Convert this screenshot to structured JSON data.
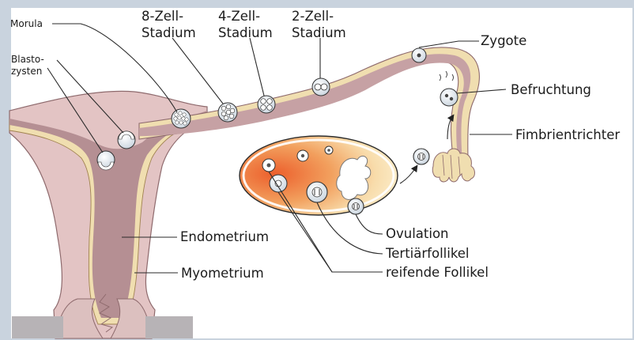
{
  "labels": {
    "morula": "Morula",
    "blasto_line1": "Blasto-",
    "blasto_line2": "zysten",
    "zell8_line1": "8-Zell-",
    "zell8_line2": "Stadium",
    "zell4_line1": "4-Zell-",
    "zell4_line2": "Stadium",
    "zell2_line1": "2-Zell-",
    "zell2_line2": "Stadium",
    "zygote": "Zygote",
    "befruchtung": "Befruchtung",
    "fimbrientrichter": "Fimbrientrichter",
    "endometrium": "Endometrium",
    "myometrium": "Myometrium",
    "ovulation": "Ovulation",
    "tertiaerfollikel": "Tertiärfollikel",
    "reifende_follikel": "reifende Follikel"
  },
  "colors": {
    "background": "#c9d3de",
    "paper": "#ffffff",
    "myometrium": "#e3c4c4",
    "endometrium_lining": "#f0deb0",
    "uterine_cavity": "#b58f93",
    "tube_lumen": "#c6a1a4",
    "ovary_base": "#fdf0d2",
    "ovary_core": "#ef7d41"
  }
}
